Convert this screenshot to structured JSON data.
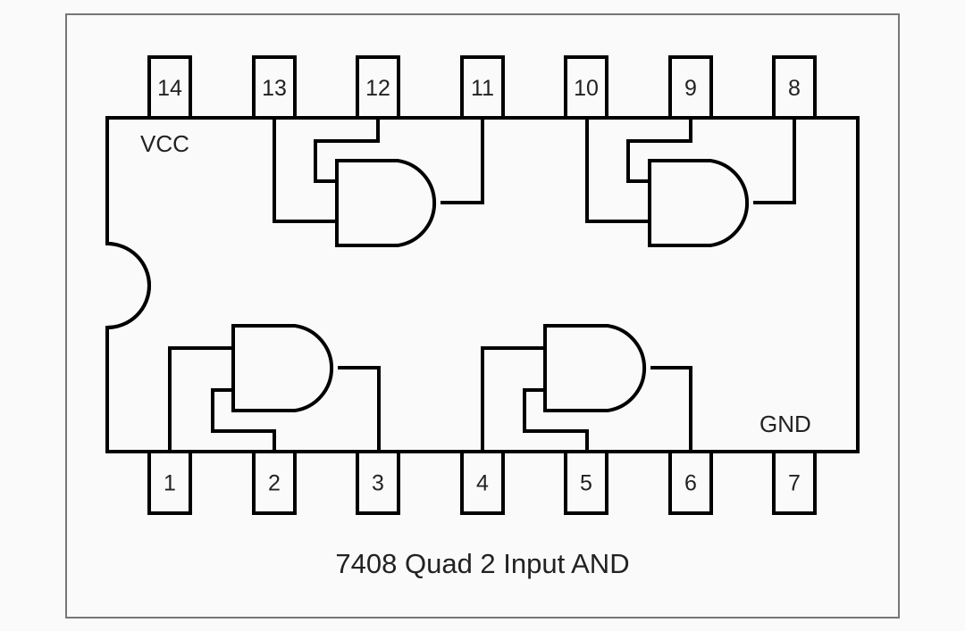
{
  "diagram": {
    "title": "7408 Quad 2 Input AND",
    "vcc_label": "VCC",
    "gnd_label": "GND",
    "top_pins": [
      "14",
      "13",
      "12",
      "11",
      "10",
      "9",
      "8"
    ],
    "bottom_pins": [
      "1",
      "2",
      "3",
      "4",
      "5",
      "6",
      "7"
    ],
    "gates": [
      {
        "type": "AND",
        "inputs": [
          "1",
          "2"
        ],
        "output": "3"
      },
      {
        "type": "AND",
        "inputs": [
          "4",
          "5"
        ],
        "output": "6"
      },
      {
        "type": "AND",
        "inputs": [
          "12",
          "13"
        ],
        "output": "11"
      },
      {
        "type": "AND",
        "inputs": [
          "9",
          "10"
        ],
        "output": "8"
      }
    ],
    "colors": {
      "line": "#000000",
      "frame": "#777777",
      "background": "#fafafa"
    }
  }
}
